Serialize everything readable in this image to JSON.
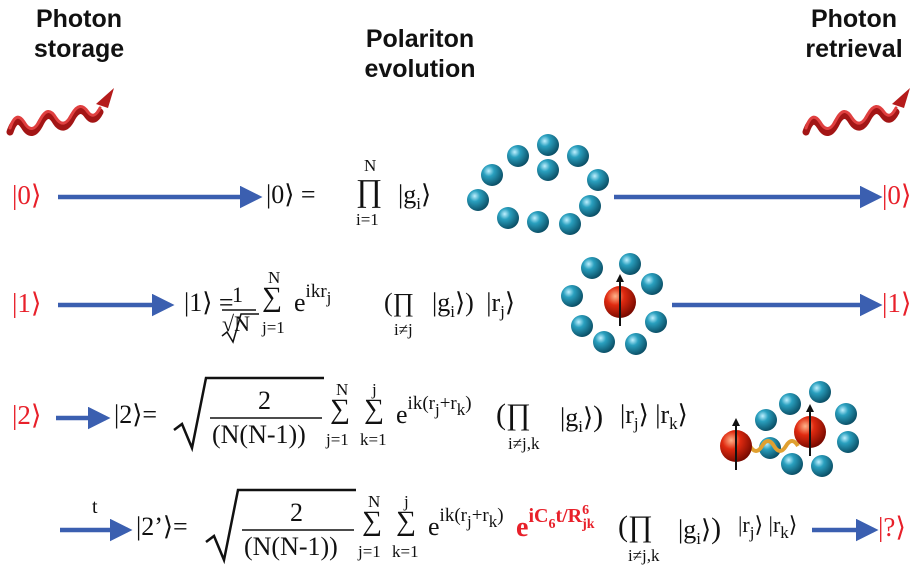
{
  "headers": {
    "storage": [
      "Photon",
      "storage"
    ],
    "evolution": [
      "Polariton",
      "evolution"
    ],
    "retrieval": [
      "Photon",
      "retrieval"
    ]
  },
  "kets": {
    "in0": "|0⟩",
    "in1": "|1⟩",
    "in2": "|2⟩",
    "out0": "|0⟩",
    "out1": "|1⟩",
    "out_unknown": "|?⟩"
  },
  "row1": {
    "lhs": "|0⟩ =",
    "prod": "∏",
    "prod_top": "N",
    "prod_bottom": "i=1",
    "term": "|g",
    "term_sub": "i",
    "term_end": "⟩"
  },
  "row2": {
    "lhs": "|1⟩ =",
    "frac_num": "1",
    "frac_den": "√N",
    "sum": "∑",
    "sum_top": "N",
    "sum_bottom": "j=1",
    "exp": "e",
    "exp_sup": "ikr",
    "exp_sup_sub": "j",
    "paren_prod": "(∏",
    "prod_bottom": "i≠j",
    "term": "|g",
    "term_sub": "i",
    "term_close": "⟩)",
    "rj": "|r",
    "rj_sub": "j",
    "rj_end": "⟩"
  },
  "row3": {
    "lhs": "|2⟩=",
    "frac_num": "2",
    "frac_den": "(N(N-1))",
    "sum1_top": "N",
    "sum1_bottom": "j=1",
    "sum2_top": "j",
    "sum2_bottom": "k=1",
    "exp_sup": "ik(r",
    "exp_sup_j": "j",
    "exp_plus": "+r",
    "exp_sup_k": "k",
    "exp_close": ")",
    "prod_bottom": "i≠j,k",
    "tail": "|r",
    "tail_j": "j",
    "tail_mid": "⟩ |r",
    "tail_k": "k",
    "tail_end": "⟩"
  },
  "row4": {
    "arrow_label": "t",
    "lhs": "|2’⟩=",
    "frac_num": "2",
    "frac_den": "(N(N-1))",
    "phase_e": "e",
    "phase": "iC",
    "phase_sub": "6",
    "phase_mid": "t/R",
    "phase_R_sup": "6",
    "phase_R_sub": "jk"
  },
  "colors": {
    "arrow": "#3b5fb0",
    "ket": "#e8202a",
    "atom": "#1f8aa6",
    "excited": "#d42a10",
    "photon": "#c81d1d"
  }
}
